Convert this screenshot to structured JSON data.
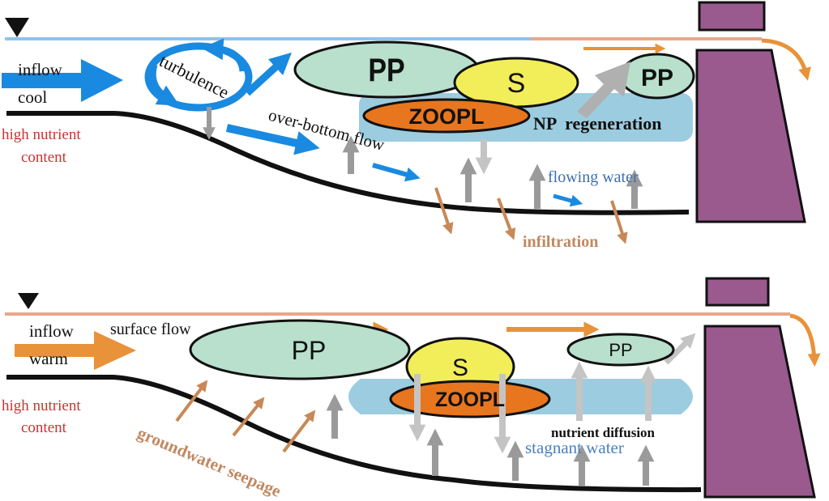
{
  "colors": {
    "cool_water_line": "#8ec4ec",
    "warm_water_line": "#e8a888",
    "blue_arrow": "#1a8ae0",
    "orange_arrow": "#e8923a",
    "brown_arrow": "#c88858",
    "gray_arrow": "#9a9a9a",
    "pp_fill": "#b8e0cc",
    "s_fill": "#f2ee5a",
    "zoopl_fill": "#e8761e",
    "zone_fill": "#9ccce0",
    "dam_fill": "#9a5a8e",
    "nutrient_text": "#cc3333",
    "seepage_text": "#c08860",
    "stagnant_text": "#4a80c0"
  },
  "top": {
    "inflow": "inflow",
    "temp": "cool",
    "nutrient_line1": "high nutrient",
    "nutrient_line2": "content",
    "turbulence": "turbulence",
    "pp_big": "PP",
    "s": "S",
    "pp_small": "PP",
    "zoopl": "ZOOPL",
    "np_regen": "NP  regeneration",
    "over_bottom": "over-bottom flow",
    "flowing_water": "flowing water",
    "infiltration": "infiltration"
  },
  "bottom": {
    "inflow": "inflow",
    "temp": "warm",
    "nutrient_line1": "high nutrient",
    "nutrient_line2": "content",
    "surface_flow": "surface flow",
    "pp_big": "PP",
    "s": "S",
    "pp_small": "PP",
    "zoopl": "ZOOPL",
    "nutrient_diffusion": "nutrient diffusion",
    "stagnant_water": "stagnant water",
    "groundwater_seepage": "groundwater seepage"
  }
}
